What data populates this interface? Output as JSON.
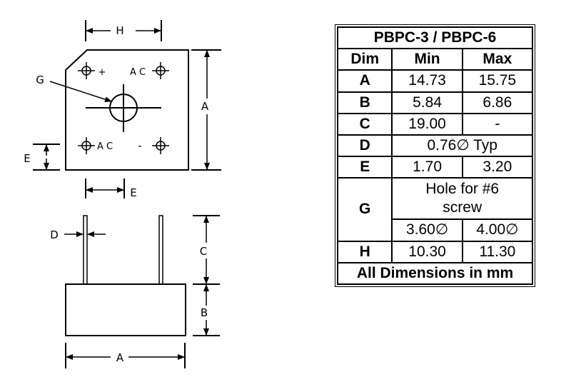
{
  "drawing": {
    "labels": {
      "h": "H",
      "a_top": "A",
      "g": "G",
      "e_left": "E",
      "e_bottom": "E",
      "plus": "+",
      "ac_top": "A C",
      "ac_bottom": "A C",
      "minus": "-",
      "d": "D",
      "c": "C",
      "b": "B",
      "a_bottom": "A"
    }
  },
  "table": {
    "title": "PBPC-3 / PBPC-6",
    "headers": [
      "Dim",
      "Min",
      "Max"
    ],
    "rows": {
      "a": {
        "dim": "A",
        "min": "14.73",
        "max": "15.75"
      },
      "b": {
        "dim": "B",
        "min": "5.84",
        "max": "6.86"
      },
      "c": {
        "dim": "C",
        "min": "19.00",
        "max": "-"
      },
      "d": {
        "dim": "D",
        "span": "0.76∅ Typ"
      },
      "e": {
        "dim": "E",
        "min": "1.70",
        "max": "3.20"
      },
      "g": {
        "dim": "G",
        "span": "Hole for #6 screw",
        "min": "3.60∅",
        "max": "4.00∅"
      },
      "h": {
        "dim": "H",
        "min": "10.30",
        "max": "11.30"
      }
    },
    "footer": "All Dimensions in mm"
  }
}
